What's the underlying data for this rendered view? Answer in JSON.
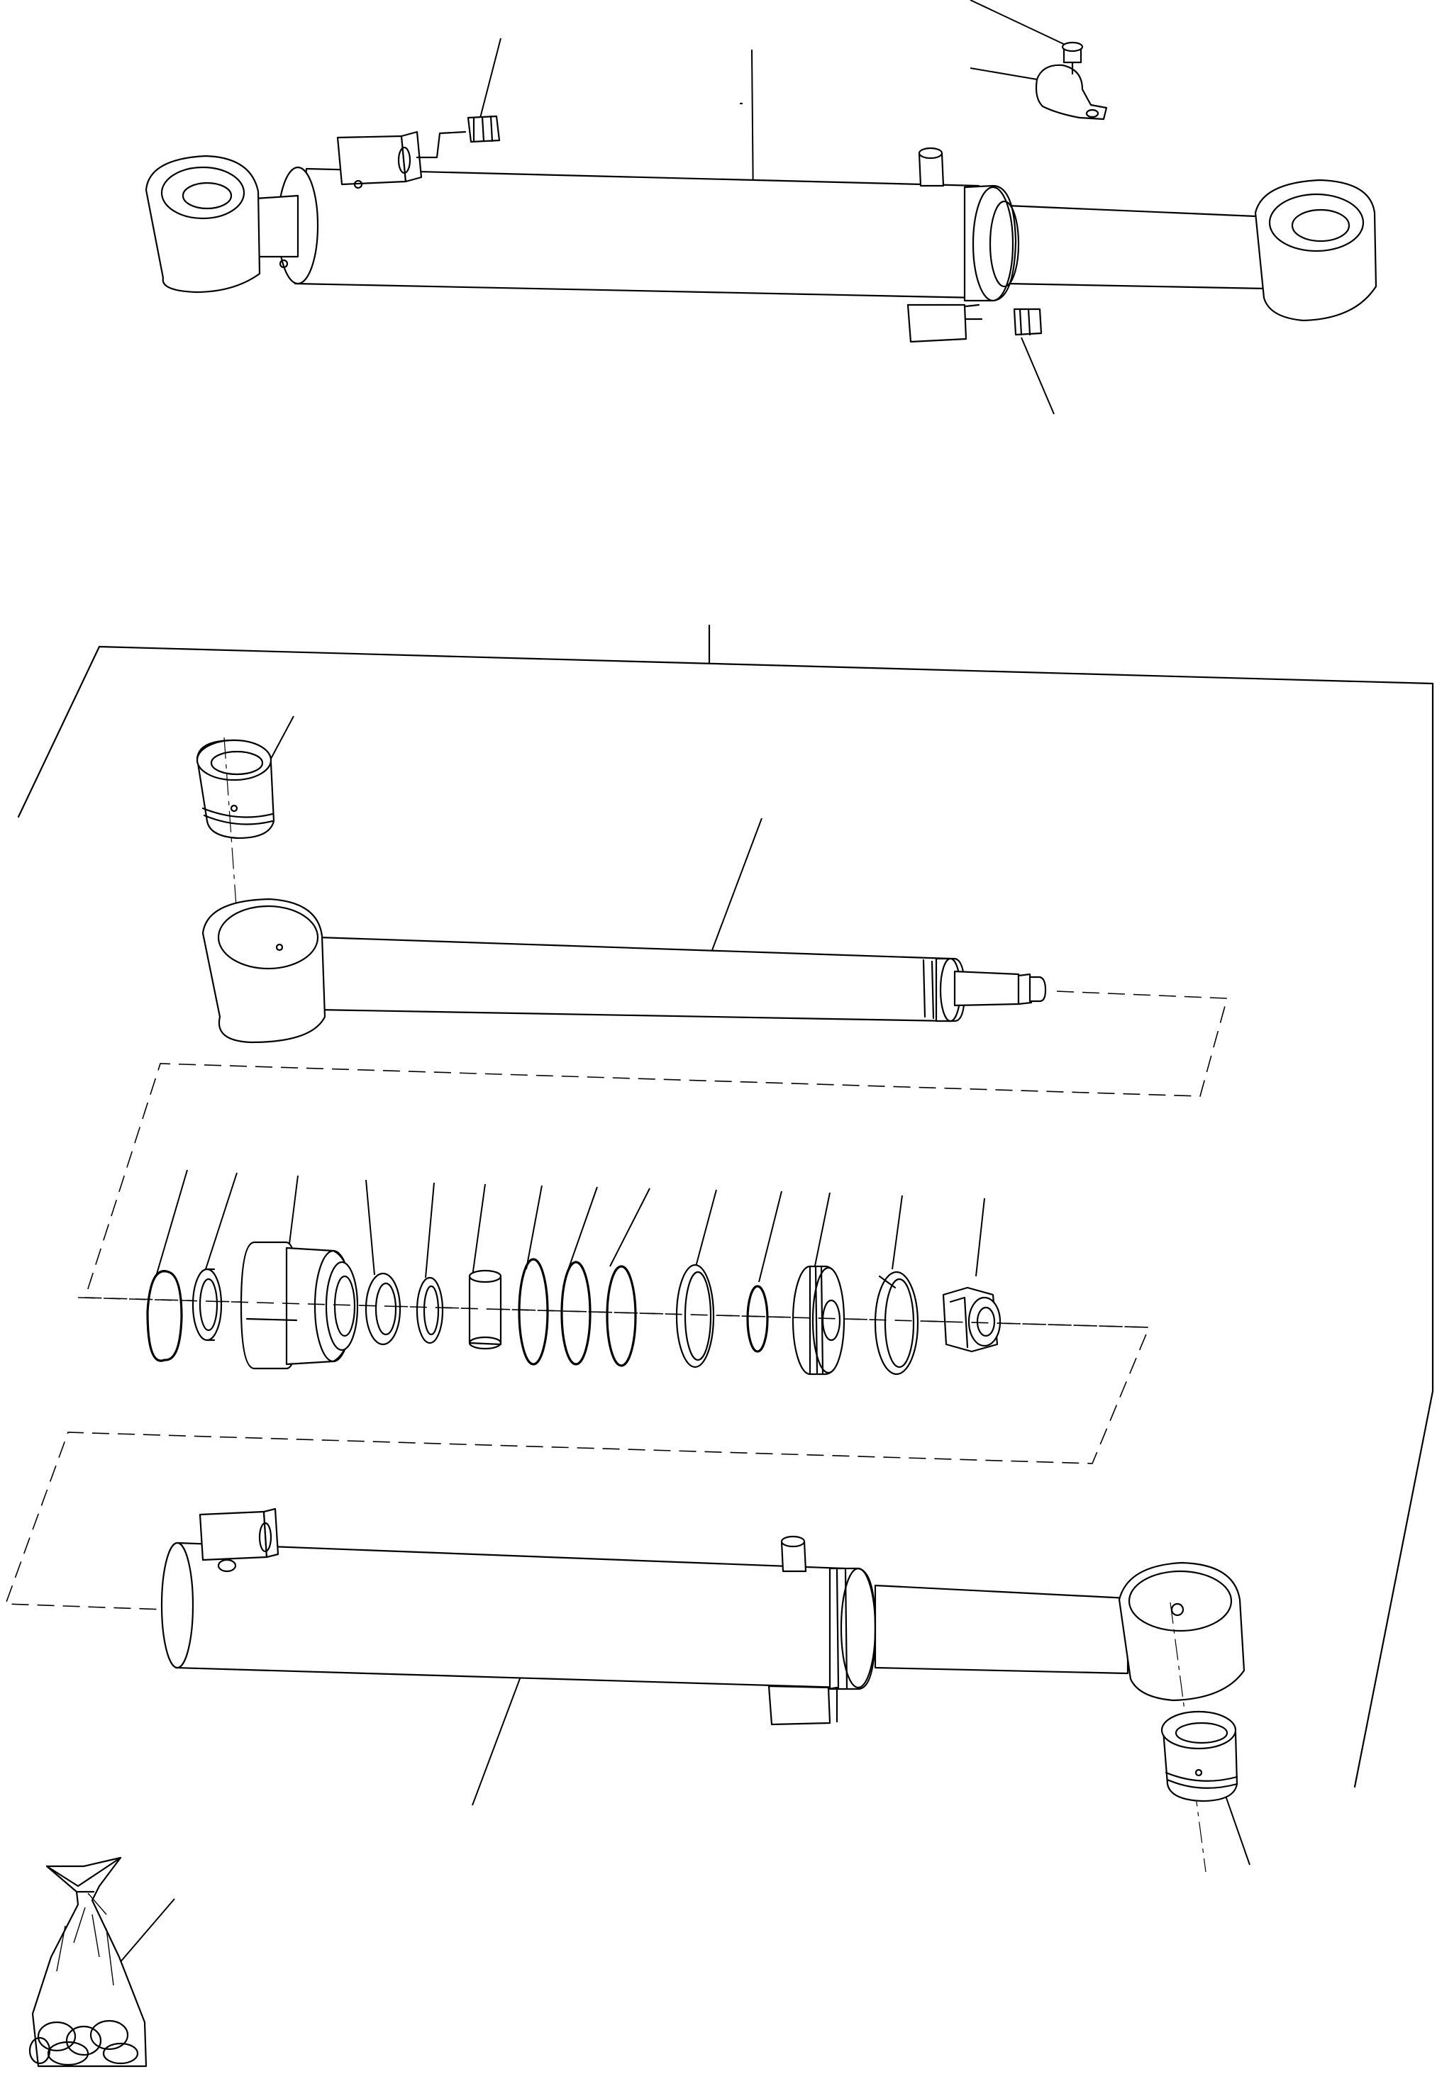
{
  "drawing": {
    "kind": "exploded-parts-diagram",
    "subject": "hydraulic-cylinder",
    "views": [
      "assembled-cylinder",
      "exploded-cylinder-components",
      "seal-kit-bag"
    ],
    "printed_text": []
  },
  "colors": {
    "line": "#000000",
    "paper": "#ffffff"
  }
}
